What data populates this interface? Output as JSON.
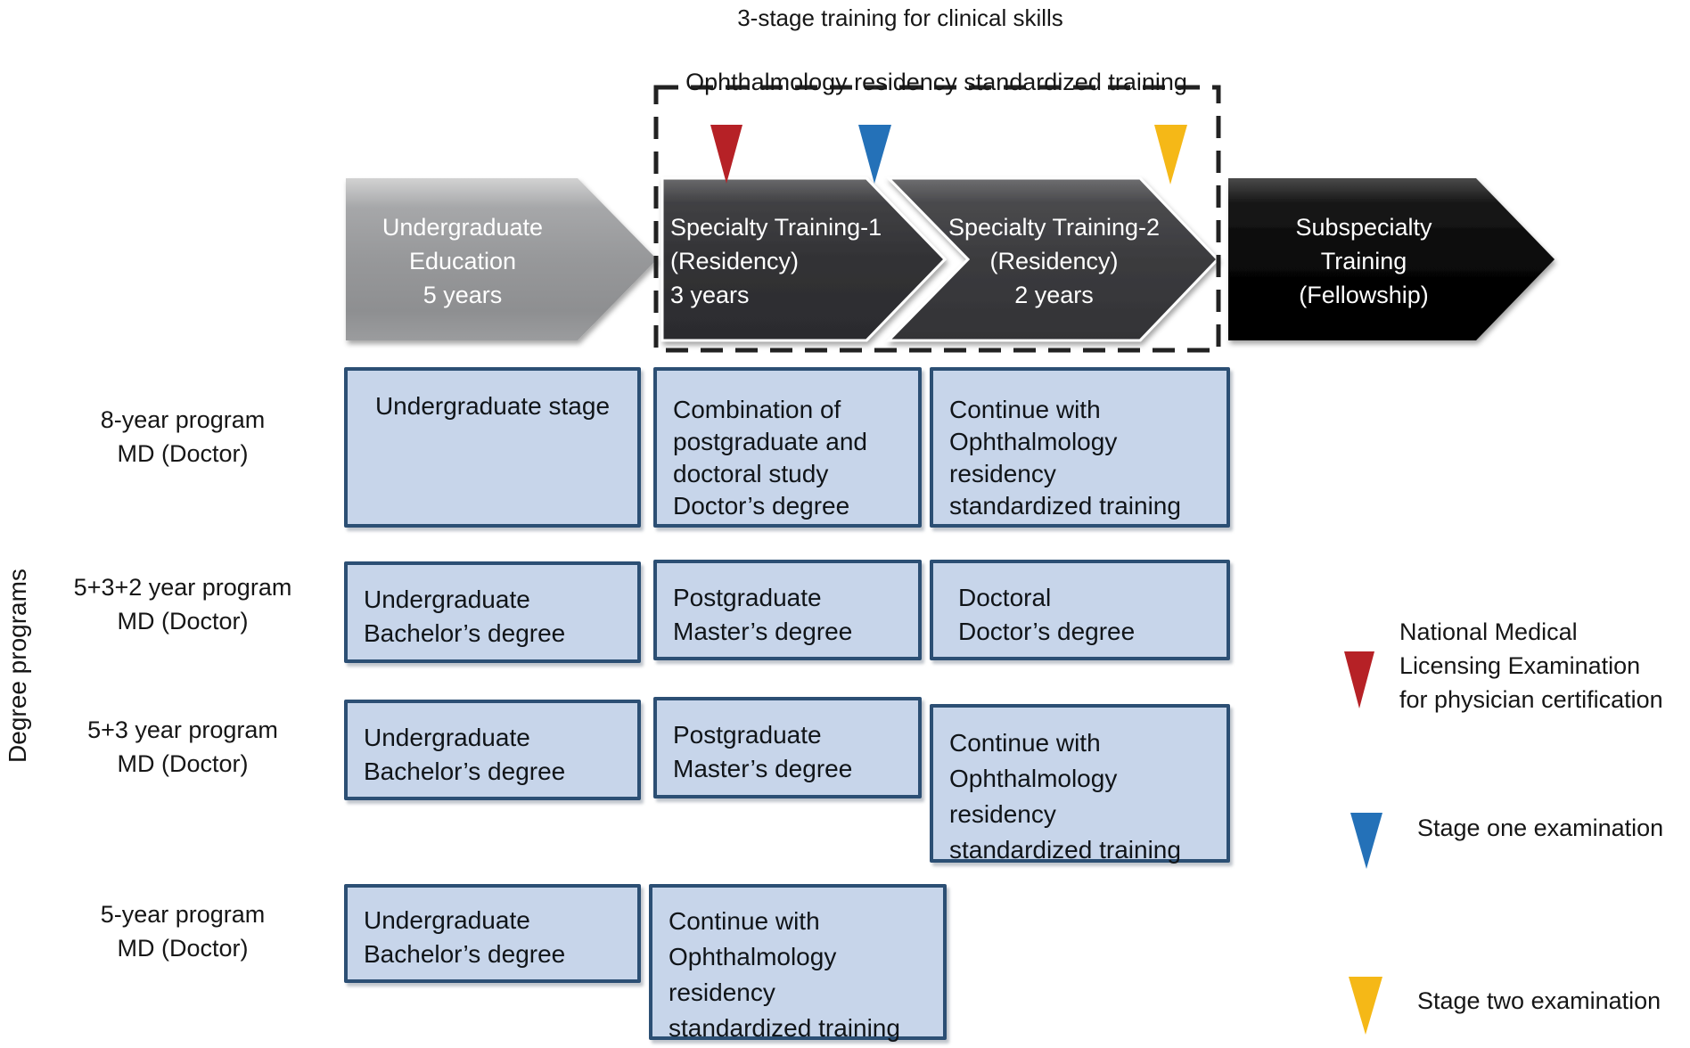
{
  "title": "3-stage training for clinical skills",
  "banner": "Ophthalmology residency standardized training",
  "side_label": "Degree programs",
  "arrows": [
    {
      "lines": [
        "Undergraduate",
        "Education",
        "5 years"
      ]
    },
    {
      "lines": [
        "Specialty Training-1",
        "(Residency)",
        "3 years"
      ]
    },
    {
      "lines": [
        "Specialty Training-2",
        "(Residency)",
        "2 years"
      ]
    },
    {
      "lines": [
        "Subspecialty",
        "Training",
        "(Fellowship)"
      ]
    }
  ],
  "rows": [
    {
      "label": [
        "8-year program",
        "MD (Doctor)"
      ],
      "boxes": [
        {
          "lines": [
            "Undergraduate stage"
          ]
        },
        {
          "lines": [
            "Combination of",
            "postgraduate and",
            "doctoral study",
            "Doctor’s degree"
          ]
        },
        {
          "lines": [
            "Continue with",
            "Ophthalmology",
            "residency",
            "standardized training"
          ]
        }
      ]
    },
    {
      "label": [
        "5+3+2 year program",
        "MD (Doctor)"
      ],
      "boxes": [
        {
          "lines": [
            "Undergraduate",
            "Bachelor’s degree"
          ]
        },
        {
          "lines": [
            "Postgraduate",
            "Master’s degree"
          ]
        },
        {
          "lines": [
            "Doctoral",
            "Doctor’s degree"
          ]
        }
      ]
    },
    {
      "label": [
        "5+3 year program",
        "MD (Doctor)"
      ],
      "boxes": [
        {
          "lines": [
            "Undergraduate",
            "Bachelor’s degree"
          ]
        },
        {
          "lines": [
            "Postgraduate",
            "Master’s degree"
          ]
        },
        {
          "lines": [
            "Continue with",
            "Ophthalmology",
            "residency",
            "standardized training"
          ]
        }
      ]
    },
    {
      "label": [
        "5-year program",
        "MD (Doctor)"
      ],
      "boxes": [
        {
          "lines": [
            "Undergraduate",
            "Bachelor’s degree"
          ]
        },
        {
          "lines": [
            "Continue with",
            "Ophthalmology",
            "residency",
            "standardized training"
          ]
        }
      ]
    }
  ],
  "legend": [
    {
      "marker": "red-triangle",
      "color": "#b62126",
      "lines": [
        "National Medical",
        "Licensing Examination",
        "for physician certification"
      ]
    },
    {
      "marker": "blue-triangle",
      "color": "#2471b8",
      "lines": [
        "Stage one examination"
      ]
    },
    {
      "marker": "yellow-triangle",
      "color": "#f5b817",
      "lines": [
        "Stage two examination"
      ]
    }
  ],
  "colors": {
    "box_fill": "#c7d5ea",
    "box_border": "#2c4f74",
    "marker_red": "#b62126",
    "marker_blue": "#2471b8",
    "marker_yellow": "#f5b817"
  }
}
